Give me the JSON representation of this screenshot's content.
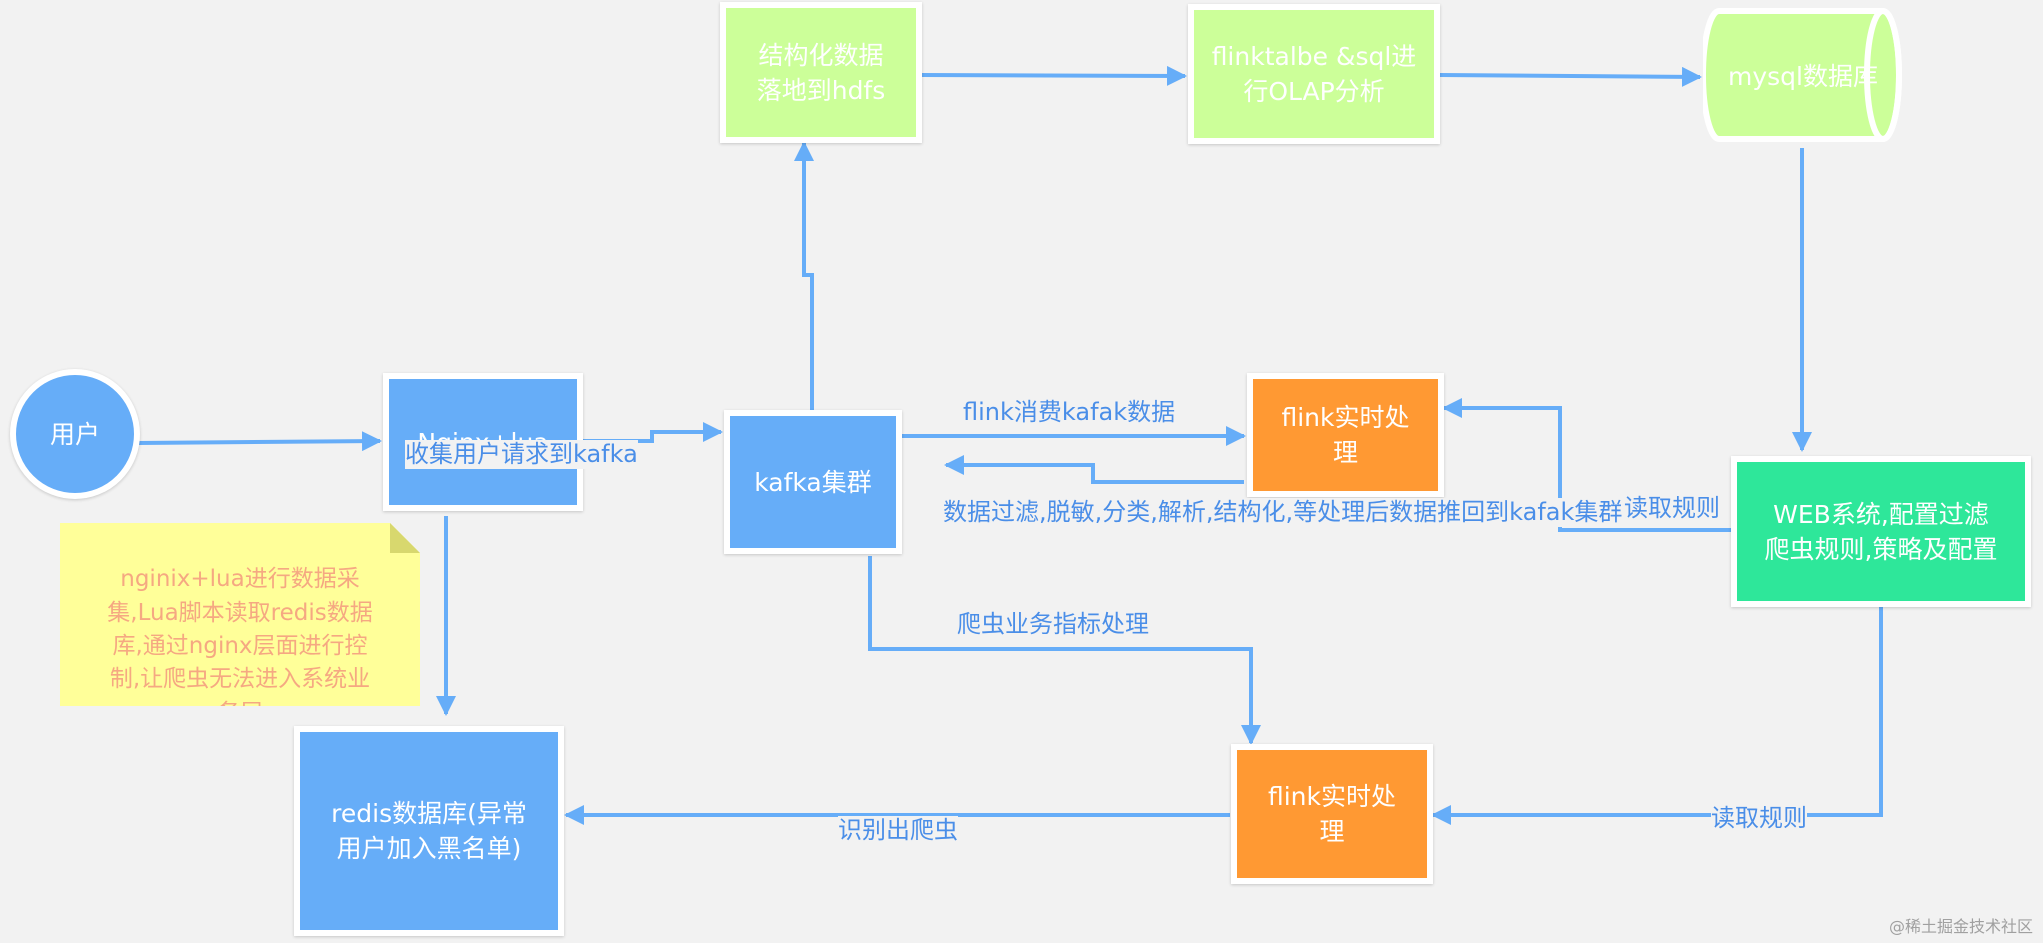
{
  "nodes": {
    "user": "用户",
    "nginx": "Nginx+lua",
    "kafka": "kafka集群",
    "hdfs": "结构化数据\n落地到hdfs",
    "flink_olap": "flinktalbe &sql进\n行OLAP分析",
    "mysql": "mysql数据库",
    "flink_realtime_top": "flink实时处\n理",
    "web": "WEB系统,配置过滤\n爬虫规则,策略及配置",
    "flink_realtime_bottom": "flink实时处\n理",
    "redis": "redis数据库(异常\n用户加入黑名单)"
  },
  "note": "nginix+lua进行数据采\n集,Lua脚本读取redis数据\n库,通过nginx层面进行控\n制,让爬虫无法进入系统业\n务层",
  "edge_labels": {
    "collect_to_kafka": "收集用户请求到kafka",
    "flink_consume": "flink消费kafak数据",
    "processed_back": "数据过滤,脱敏,分类,解析,结构化,等处理后数据推回到kafak集群",
    "read_rules_top": "读取规则",
    "crawler_metrics": "爬虫业务指标处理",
    "identify_crawler": "识别出爬虫",
    "read_rules_bottom": "读取规则"
  },
  "colors": {
    "edge": "#66adf8",
    "green_node": "#ccff99",
    "blue_node": "#66adf8",
    "orange_node": "#ff9933",
    "teal_node": "#2ee79a",
    "note_bg": "#ffff99",
    "note_text": "#f5a882",
    "edge_label_text": "#4a8ee8"
  },
  "watermark": "@稀土掘金技术社区"
}
